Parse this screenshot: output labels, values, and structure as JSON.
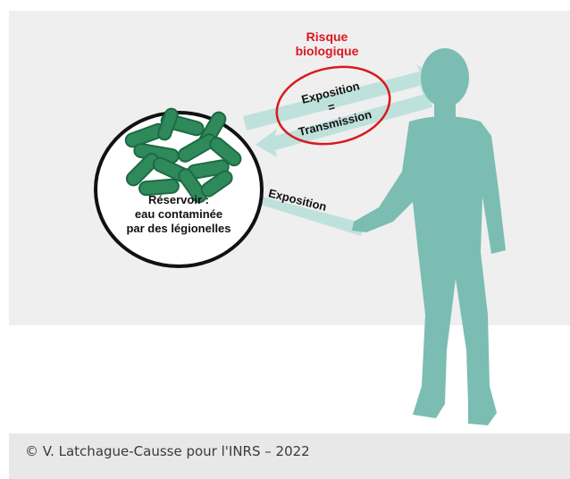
{
  "diagram": {
    "risk_label": {
      "line1": "Risque",
      "line2": "biologique",
      "color": "#d81920"
    },
    "ellipse_text": {
      "line1": "Exposition",
      "line2": "=",
      "line3": "Transmission"
    },
    "lower_arrow_label": "Exposition",
    "reservoir_text": {
      "line1": "Réservoir :",
      "line2": "eau contaminée",
      "line3": "par des légionelles"
    },
    "colors": {
      "background": "#efefef",
      "floor": "#ffffff",
      "person": "#7bbdb2",
      "arrow": "#bfe1dc",
      "bacteria": "#2e8a5b",
      "bacteria_dark": "#1d6a43",
      "text": "#111111"
    }
  },
  "caption": {
    "text": "© V. Latchague-Causse pour l'INRS – 2022"
  }
}
